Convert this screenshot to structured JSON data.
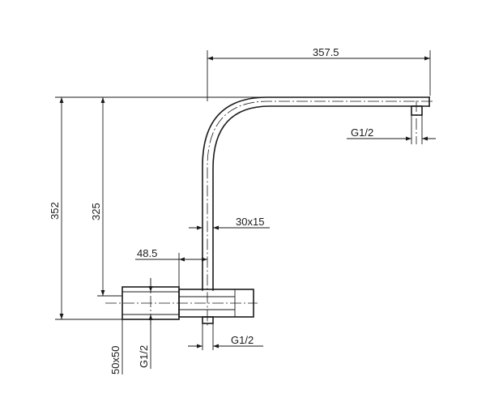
{
  "dimensions": {
    "reach": "357.5",
    "total_height": "352",
    "arm_height": "325",
    "arm_section": "30x15",
    "wall_offset": "48.5",
    "outlet_thread": "G1/2",
    "inlet_thread_side": "G1/2",
    "inlet_thread_bottom": "G1/2",
    "base_section": "50x50"
  }
}
